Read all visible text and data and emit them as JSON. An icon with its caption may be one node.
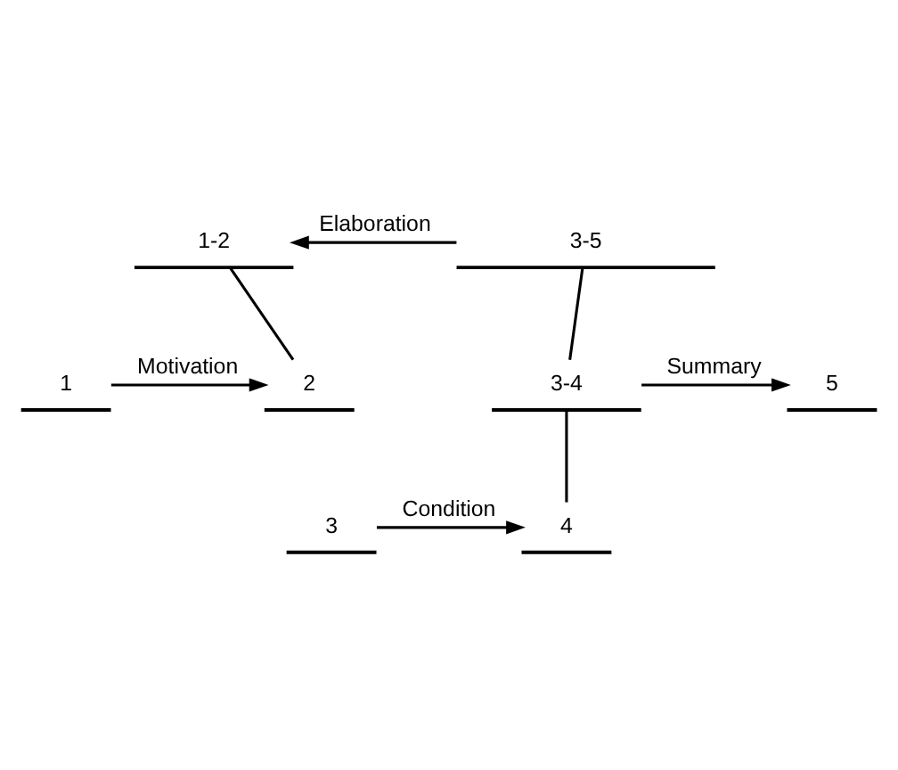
{
  "diagram": {
    "nodes": [
      {
        "text": [
          "1-2"
        ]
      },
      {
        "text": [
          "3-5"
        ]
      },
      {
        "text": [
          "1"
        ]
      },
      {
        "text": [
          "2"
        ]
      },
      {
        "text": [
          "3-4"
        ]
      },
      {
        "text": [
          "5"
        ]
      },
      {
        "text": [
          "3"
        ]
      },
      {
        "text": [
          "4"
        ]
      }
    ],
    "edges": [
      {
        "from": 1,
        "to": 0,
        "arrow": "to",
        "label": "Elaboration"
      },
      {
        "from": 0,
        "to": 3,
        "arrow": "none"
      },
      {
        "from": 2,
        "to": 3,
        "arrow": "to",
        "label": "Motivation"
      },
      {
        "from": 1,
        "to": 4,
        "arrow": "none"
      },
      {
        "from": 4,
        "to": 5,
        "arrow": "to",
        "label": "Summary"
      },
      {
        "from": 4,
        "to": 7,
        "arrow": "none"
      },
      {
        "from": 6,
        "to": 7,
        "arrow": "to",
        "label": "Condition"
      }
    ]
  }
}
